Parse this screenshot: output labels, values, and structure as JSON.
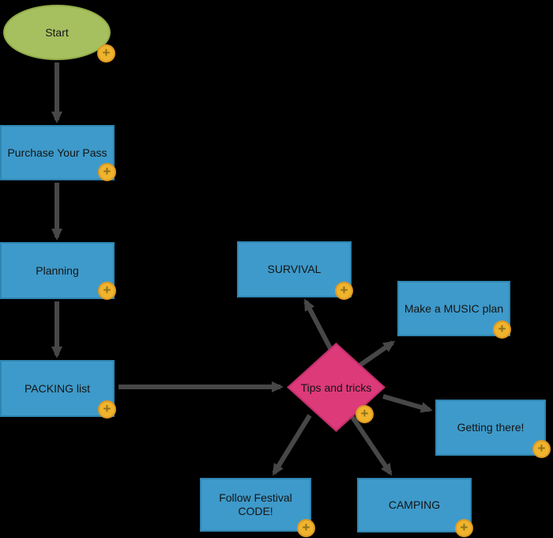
{
  "colors": {
    "background": "#000000",
    "node_blue_fill": "#3e9aca",
    "node_blue_border": "#2f86b2",
    "start_green_fill": "#a6c05f",
    "start_green_border": "#93ad4b",
    "decision_pink_fill": "#dd3a79",
    "decision_pink_border": "#c22f6b",
    "arrow_gray": "#474747",
    "badge_fill": "#efb32d",
    "badge_border": "#dd9a24",
    "badge_glyph": "#8e701c",
    "label_text": "#141414"
  },
  "badge": {
    "glyph": "+"
  },
  "nodes": {
    "start": {
      "label": "Start",
      "shape": "ellipse"
    },
    "purchase": {
      "label": "Purchase Your Pass",
      "shape": "rectangle"
    },
    "planning": {
      "label": "Planning",
      "shape": "rectangle"
    },
    "packing": {
      "label": "PACKING list",
      "shape": "rectangle"
    },
    "tips": {
      "label": "Tips and tricks",
      "shape": "diamond"
    },
    "survival": {
      "label": "SURVIVAL",
      "shape": "rectangle"
    },
    "music": {
      "label": "Make a MUSIC plan",
      "shape": "rectangle"
    },
    "getting": {
      "label": "Getting there!",
      "shape": "rectangle"
    },
    "code": {
      "label": "Follow Festival CODE!",
      "shape": "rectangle"
    },
    "camping": {
      "label": "CAMPING",
      "shape": "rectangle"
    }
  },
  "edges": [
    {
      "from": "Start",
      "to": "Purchase Your Pass"
    },
    {
      "from": "Purchase Your Pass",
      "to": "Planning"
    },
    {
      "from": "Planning",
      "to": "PACKING list"
    },
    {
      "from": "PACKING list",
      "to": "Tips and tricks"
    },
    {
      "from": "Tips and tricks",
      "to": "SURVIVAL"
    },
    {
      "from": "Tips and tricks",
      "to": "Make a MUSIC plan"
    },
    {
      "from": "Tips and tricks",
      "to": "Getting there!"
    },
    {
      "from": "Tips and tricks",
      "to": "CAMPING"
    },
    {
      "from": "Tips and tricks",
      "to": "Follow Festival CODE!"
    }
  ]
}
